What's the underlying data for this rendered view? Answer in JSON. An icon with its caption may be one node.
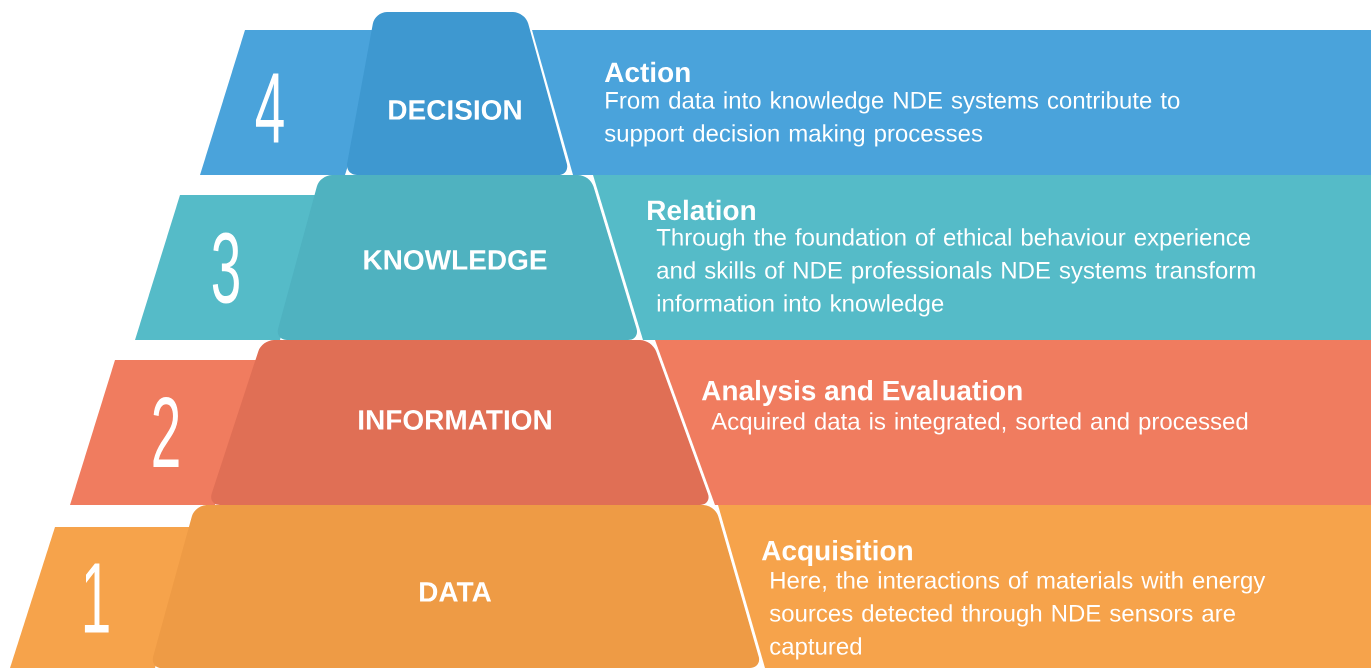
{
  "diagram": {
    "nodes": [
      {
        "text": [
          "4"
        ]
      },
      {
        "text": [
          "DECISION"
        ]
      },
      {
        "text": [
          "Action",
          "From data into knowledge NDE systems contribute to support decision making processes"
        ]
      },
      {
        "text": [
          "3"
        ]
      },
      {
        "text": [
          "KNOWLEDGE"
        ]
      },
      {
        "text": [
          "Relation",
          "Through the foundation of ethical behaviour experience and skills of NDE professionals NDE systems transform information into knowledge"
        ]
      },
      {
        "text": [
          "2"
        ]
      },
      {
        "text": [
          "INFORMATION"
        ]
      },
      {
        "text": [
          "Analysis and Evaluation",
          "Acquired data is integrated, sorted and processed"
        ]
      },
      {
        "text": [
          "1"
        ]
      },
      {
        "text": [
          "DATA"
        ]
      },
      {
        "text": [
          "Acquisition",
          "Here, the interactions of materials with energy sources detected through NDE sensors are captured"
        ]
      }
    ]
  }
}
